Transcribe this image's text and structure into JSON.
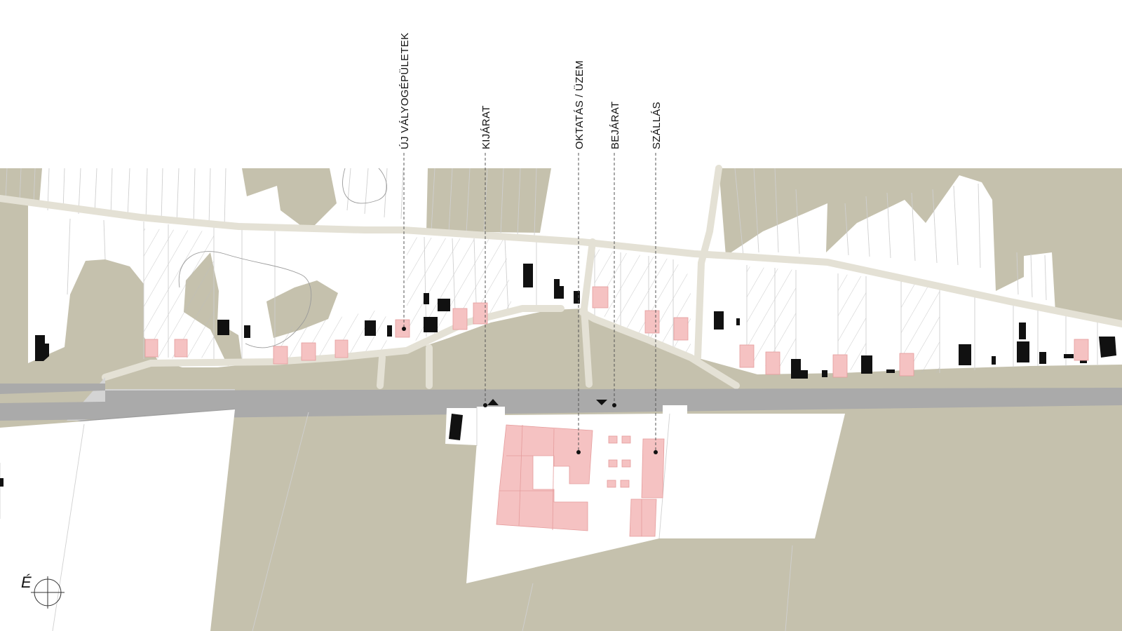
{
  "labels": {
    "new_buildings": "ÚJ VÁLYOGÉPÜLETEK",
    "exit": "KIJÁRAT",
    "education_workshop": "OKTATÁS / ÜZEM",
    "entrance": "BEJÁRAT",
    "accommodation": "SZÁLLÁS"
  },
  "north": {
    "letter": "É",
    "icon": "north-arrow-icon"
  },
  "colors": {
    "terrain": "#c5c1ad",
    "parcel": "#ffffff",
    "path": "#e4e1d5",
    "road": "#a9a9a9",
    "existing_building": "#111111",
    "new_building": "#f5c2c2",
    "new_building_stroke": "#e59c9c",
    "leader": "#555555"
  }
}
